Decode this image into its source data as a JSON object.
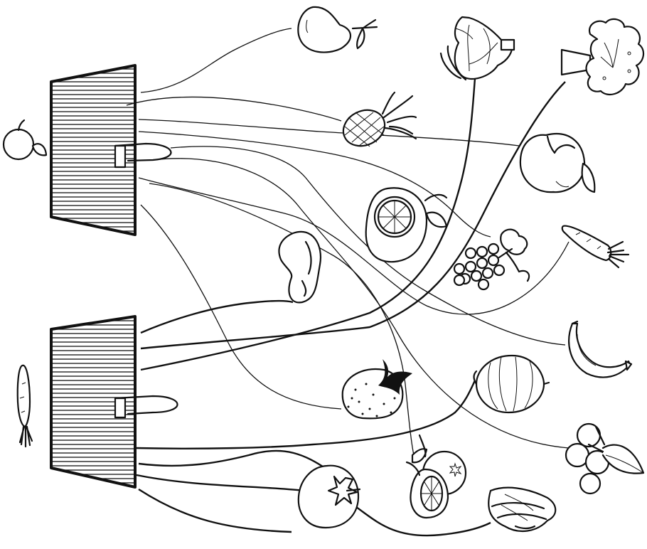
{
  "puzzle": {
    "type": "matching-maze",
    "baskets": [
      {
        "id": "basket-top",
        "tag_icon": "apple-icon"
      },
      {
        "id": "basket-bottom",
        "tag_icon": "carrot-icon"
      }
    ],
    "items": [
      "pear",
      "garlic",
      "broccoli",
      "pineapple",
      "apple",
      "lemon",
      "grapes",
      "carrot",
      "potato",
      "banana",
      "onion",
      "strawberry",
      "cherries",
      "tomato",
      "orange",
      "cabbage"
    ],
    "colors": {
      "ink": "#111111",
      "background": "#ffffff"
    }
  }
}
